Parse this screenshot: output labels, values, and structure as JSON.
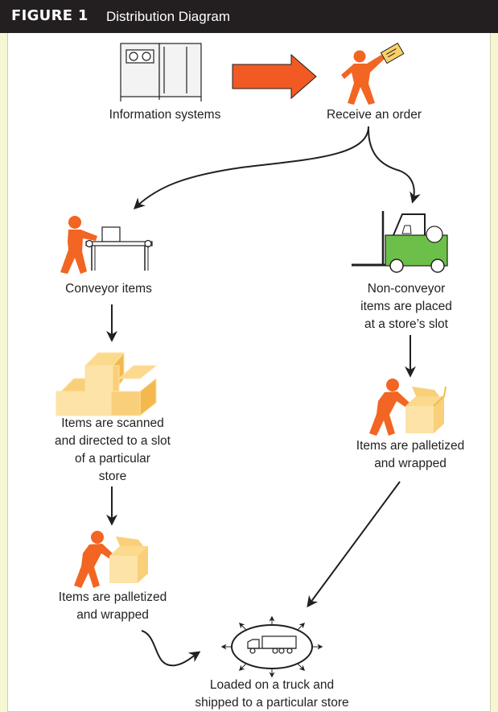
{
  "header": {
    "figure_number": "FIGURE 1",
    "title": "Distribution Diagram"
  },
  "nodes": {
    "information_systems": "Information systems",
    "receive_order": "Receive an order",
    "conveyor_items": "Conveyor items",
    "non_conveyor_items": "Non-conveyor\nitems are placed\nat a store’s slot",
    "items_scanned": "Items are scanned\nand  directed to a slot\nof a particular\nstore",
    "palletized_left": "Items are palletized\nand wrapped",
    "palletized_right": "Items are palletized\nand wrapped",
    "loaded_truck": "Loaded on a truck and\nshipped to a particular store"
  },
  "colors": {
    "header_bg": "#231f20",
    "page_bg": "#f6f7d2",
    "figure_orange": "#f26522",
    "process_arrow": "#f15a22",
    "forklift_green": "#6cc04a",
    "box_light": "#fde3a7",
    "box_mid": "#f9cf7a",
    "box_dark": "#f3b94f",
    "line": "#231f20"
  },
  "icons": {
    "information_systems": "computer-server-icon",
    "receive_order": "person-with-order-icon",
    "conveyor": "person-at-conveyor-icon",
    "forklift": "forklift-icon",
    "boxes": "stacked-boxes-icon",
    "palletize": "person-packing-box-icon",
    "truck": "truck-icon"
  }
}
